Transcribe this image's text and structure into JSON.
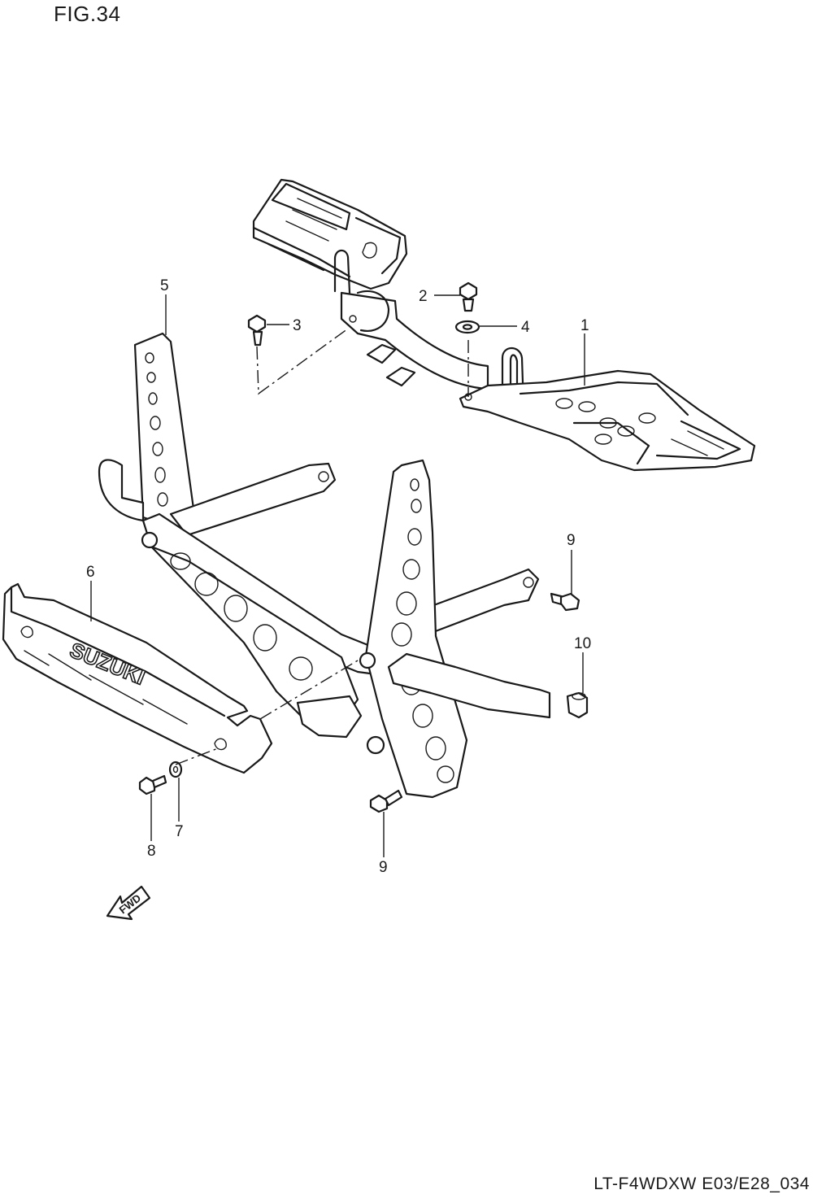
{
  "figure": {
    "title": "FIG.34",
    "code": "LT-F4WDXW E03/E28_034"
  },
  "callouts": [
    {
      "id": "1",
      "label": "1"
    },
    {
      "id": "2",
      "label": "2"
    },
    {
      "id": "3",
      "label": "3"
    },
    {
      "id": "4",
      "label": "4"
    },
    {
      "id": "5",
      "label": "5"
    },
    {
      "id": "6",
      "label": "6"
    },
    {
      "id": "7",
      "label": "7"
    },
    {
      "id": "8",
      "label": "8"
    },
    {
      "id": "9a",
      "label": "9"
    },
    {
      "id": "9b",
      "label": "9"
    },
    {
      "id": "10",
      "label": "10"
    }
  ],
  "emblem": {
    "text": "SUZUKI"
  },
  "direction_arrow": {
    "label": "FWD"
  },
  "colors": {
    "line": "#1a1a1a",
    "background": "#ffffff"
  }
}
